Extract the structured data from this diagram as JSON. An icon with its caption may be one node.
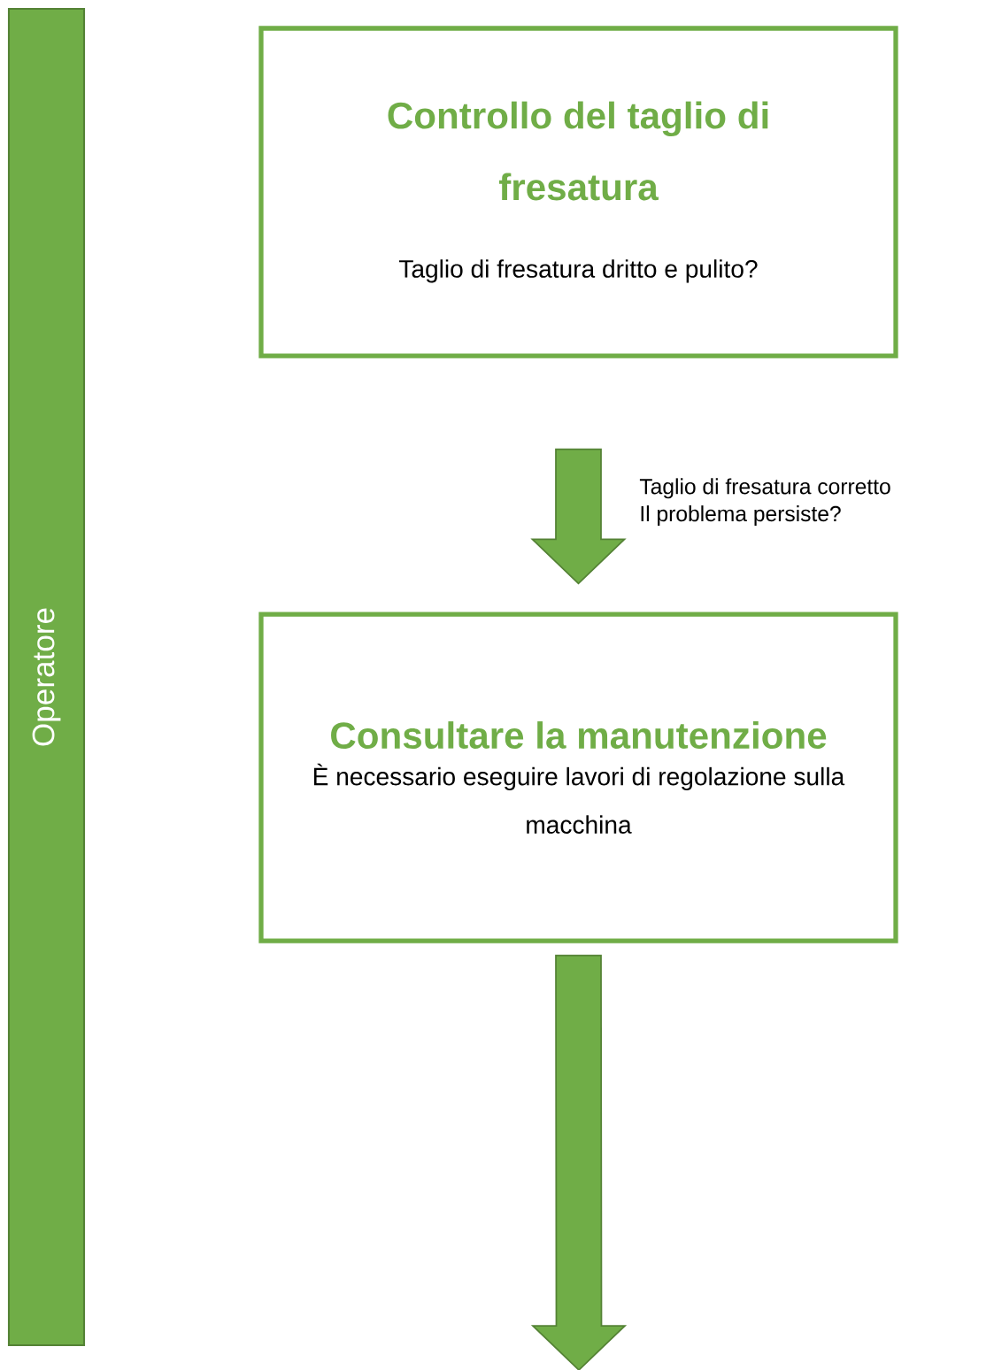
{
  "diagram": {
    "nodes": [
      {
        "text": [
          "Operatore"
        ]
      },
      {
        "text": [
          "Controllo del taglio di fresatura",
          "Taglio di fresatura dritto e pulito?"
        ]
      },
      {
        "text": [
          "Consultare la manutenzione",
          "È necessario eseguire lavori di regolazione sulla macchina"
        ]
      }
    ],
    "edges": [
      {
        "from": 1,
        "to": 2,
        "arrow": "to",
        "label": "Taglio di fresatura corretto Il problema persiste?"
      },
      {
        "from": 2,
        "to": null,
        "arrow": "to"
      }
    ]
  }
}
